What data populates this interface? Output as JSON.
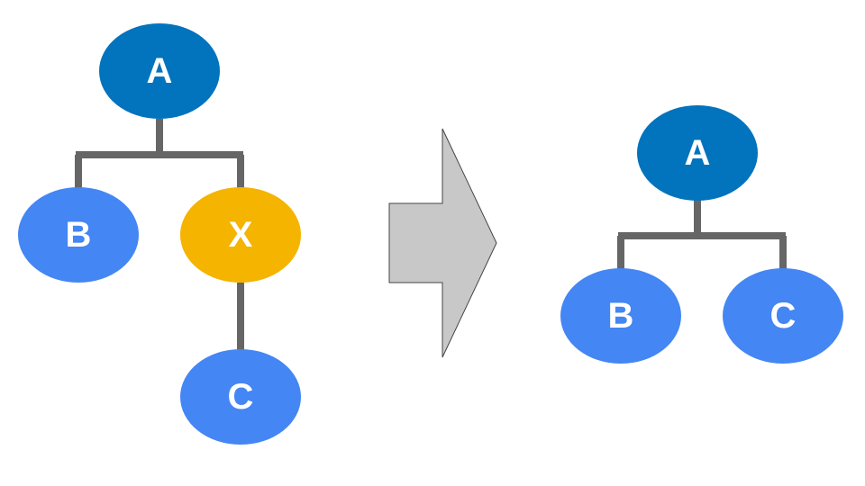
{
  "colors": {
    "root": "#0273BD",
    "child": "#4486F3",
    "removed": "#F4B400",
    "edge": "#666666",
    "arrow_fill": "#C8C8C8",
    "arrow_stroke": "#444444"
  },
  "before_tree": {
    "root": "A",
    "left_child": "B",
    "removed_child": "X",
    "grandchild": "C"
  },
  "after_tree": {
    "root": "A",
    "left_child": "B",
    "right_child": "C"
  },
  "transform_arrow": {
    "icon": "right-arrow-icon"
  }
}
